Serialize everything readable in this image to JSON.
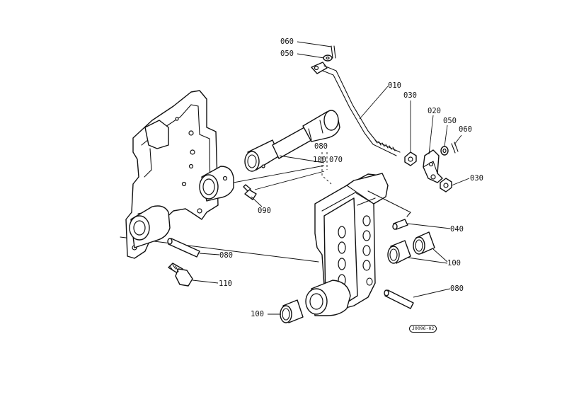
{
  "callouts": {
    "c060a": "060",
    "c050a": "050",
    "c010": "010",
    "c030a": "030",
    "c020": "020",
    "c050b": "050",
    "c060b": "060",
    "c030b": "030",
    "c080a": "080",
    "c100a": "100",
    "c070": "070",
    "c090": "090",
    "c040": "040",
    "c080b": "080",
    "c100b": "100",
    "c110": "110",
    "c080c": "080",
    "c100c": "100"
  },
  "reference_code": "J0096-02",
  "colors": {
    "line": "#111111",
    "background": "#ffffff"
  }
}
